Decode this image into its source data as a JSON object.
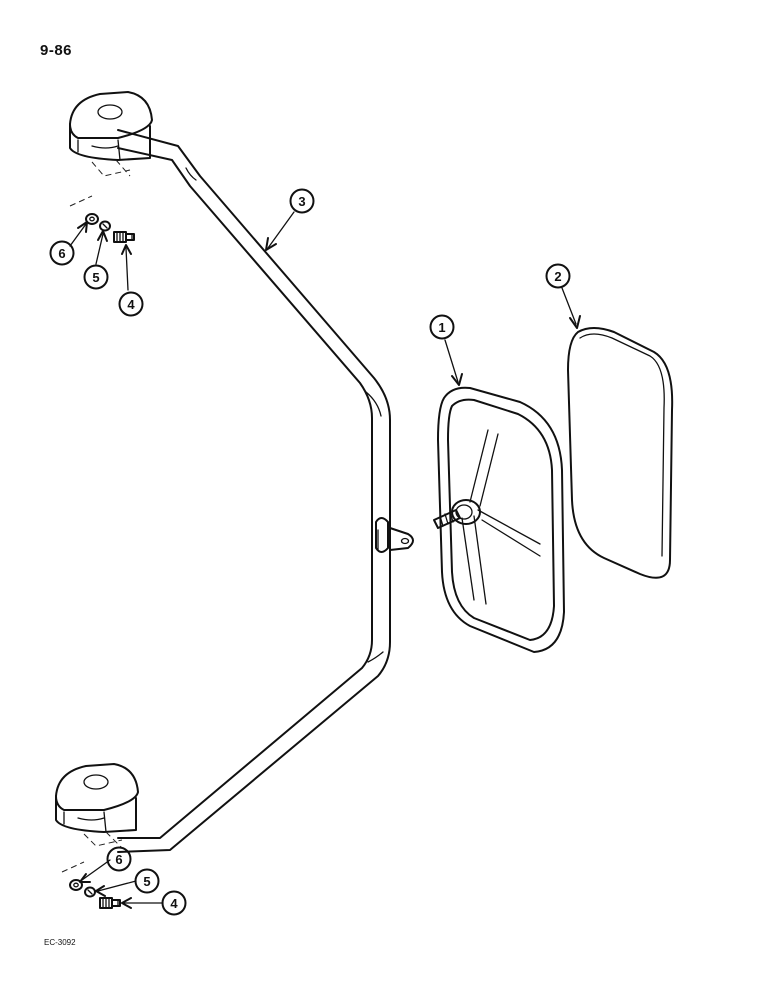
{
  "page": {
    "page_number": "9-86",
    "drawing_code": "EC-3092"
  },
  "callouts": [
    {
      "id": "c1",
      "number": "1"
    },
    {
      "id": "c2",
      "number": "2"
    },
    {
      "id": "c3",
      "number": "3"
    },
    {
      "id": "c4-top",
      "number": "4"
    },
    {
      "id": "c5-top",
      "number": "5"
    },
    {
      "id": "c6-top",
      "number": "6"
    },
    {
      "id": "c4-bottom",
      "number": "4"
    },
    {
      "id": "c5-bottom",
      "number": "5"
    },
    {
      "id": "c6-bottom",
      "number": "6"
    }
  ],
  "colors": {
    "ink": "#111111",
    "paper": "#ffffff"
  }
}
